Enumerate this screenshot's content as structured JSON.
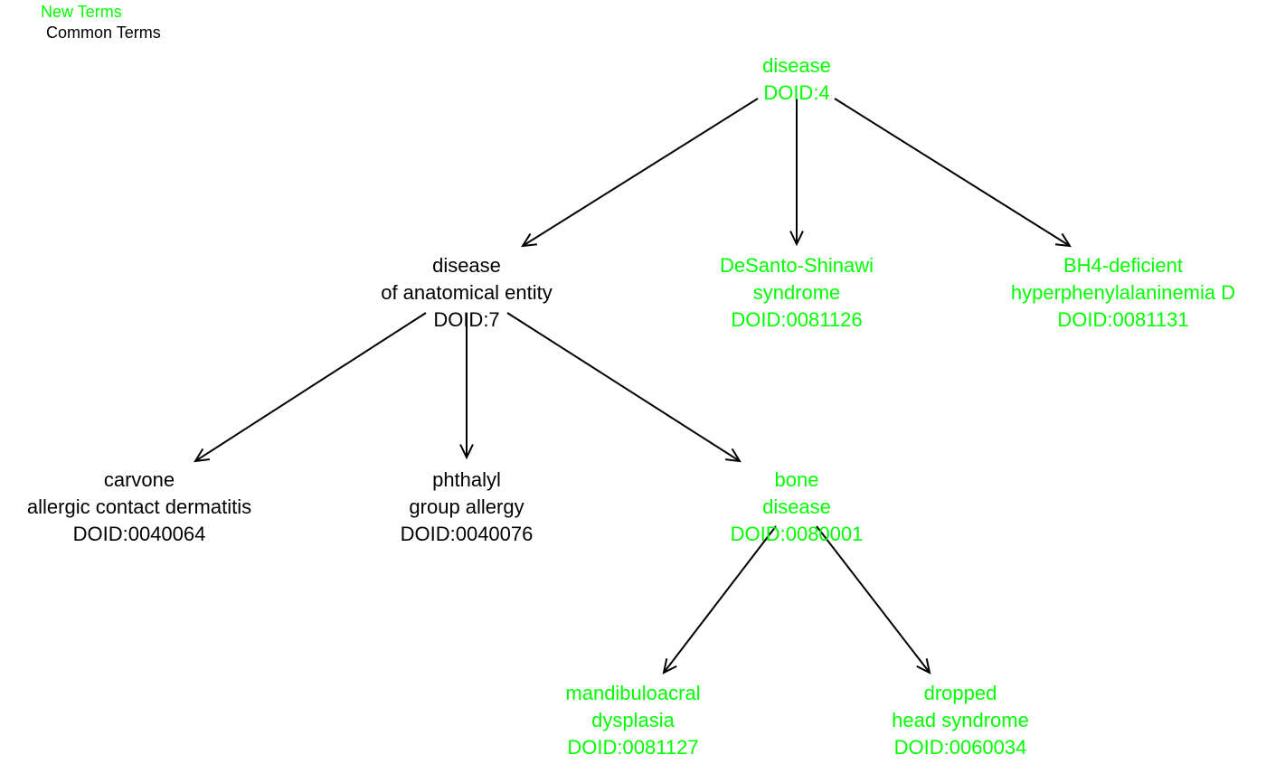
{
  "colors": {
    "new": "#00ff00",
    "common": "#000000",
    "edge": "#000000"
  },
  "legend": {
    "new_label": "New Terms",
    "common_label": "Common Terms"
  },
  "nodes": [
    {
      "id": "n4",
      "kind": "new",
      "lines": [
        "disease",
        "DOID:4"
      ]
    },
    {
      "id": "n7",
      "kind": "common",
      "lines": [
        "disease",
        "of anatomical entity",
        "DOID:7"
      ]
    },
    {
      "id": "n81126",
      "kind": "new",
      "lines": [
        "DeSanto-Shinawi",
        "syndrome",
        "DOID:0081126"
      ]
    },
    {
      "id": "n81131",
      "kind": "new",
      "lines": [
        "BH4-deficient",
        "hyperphenylalaninemia D",
        "DOID:0081131"
      ]
    },
    {
      "id": "n40064",
      "kind": "common",
      "lines": [
        "carvone",
        "allergic contact dermatitis",
        "DOID:0040064"
      ]
    },
    {
      "id": "n40076",
      "kind": "common",
      "lines": [
        "phthalyl",
        "group allergy",
        "DOID:0040076"
      ]
    },
    {
      "id": "n80001",
      "kind": "new",
      "lines": [
        "bone",
        "disease",
        "DOID:0080001"
      ]
    },
    {
      "id": "n81127",
      "kind": "new",
      "lines": [
        "mandibuloacral",
        "dysplasia",
        "DOID:0081127"
      ]
    },
    {
      "id": "n60034",
      "kind": "new",
      "lines": [
        "dropped",
        "head syndrome",
        "DOID:0060034"
      ]
    }
  ],
  "edges": [
    {
      "from": "n4",
      "to": "n7"
    },
    {
      "from": "n4",
      "to": "n81126"
    },
    {
      "from": "n4",
      "to": "n81131"
    },
    {
      "from": "n7",
      "to": "n40064"
    },
    {
      "from": "n7",
      "to": "n40076"
    },
    {
      "from": "n7",
      "to": "n80001"
    },
    {
      "from": "n80001",
      "to": "n81127"
    },
    {
      "from": "n80001",
      "to": "n60034"
    }
  ]
}
